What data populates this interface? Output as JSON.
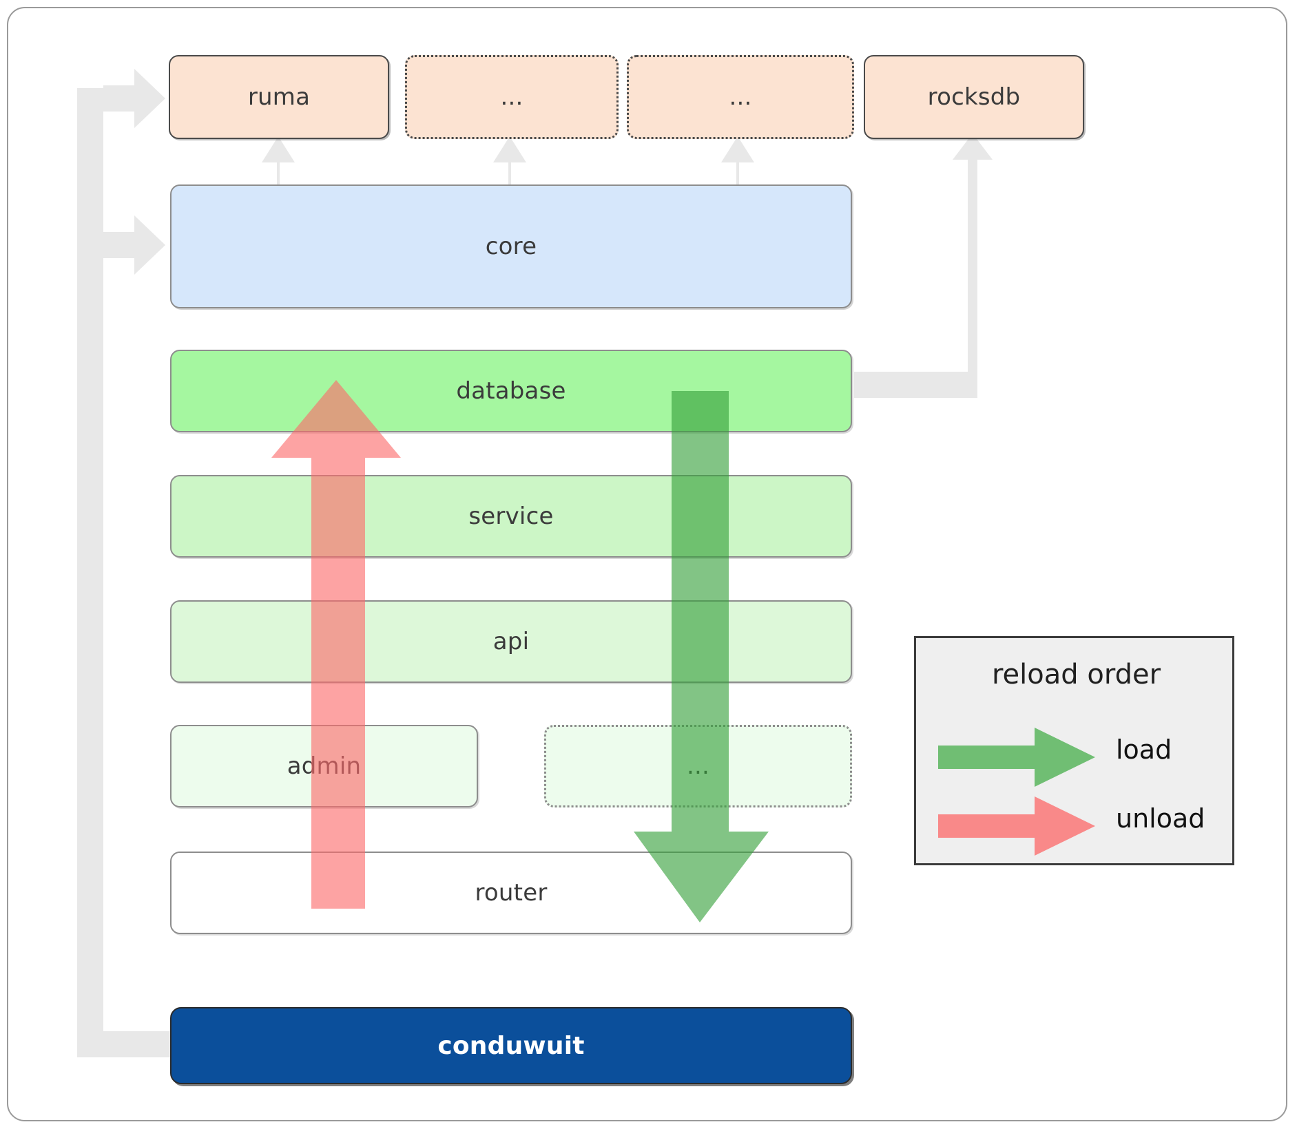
{
  "diagram": {
    "title": "conduwuit crate architecture / reload order",
    "colors": {
      "crate_fill": "#fce3d2",
      "core_fill": "#d6e7fb",
      "level1_fill": "#a5f7a0",
      "level2_fill": "#ccf6c6",
      "level3_fill": "#ddf8d9",
      "level4_fill": "#edfced",
      "level5_fill": "#ffffff",
      "app_fill": "#0b4f9b",
      "load_arrow": "#4caf50",
      "unload_arrow": "#f97e7e",
      "connector": "#e8e8e8",
      "legend_bg": "#efefef"
    },
    "dependency_row": [
      {
        "id": "ruma",
        "label": "ruma",
        "style": "solid"
      },
      {
        "id": "ellipsis-1",
        "label": "...",
        "style": "dotted"
      },
      {
        "id": "ellipsis-2",
        "label": "...",
        "style": "dotted"
      },
      {
        "id": "rocksdb",
        "label": "rocksdb",
        "style": "solid"
      }
    ],
    "core": {
      "label": "core"
    },
    "stack": [
      {
        "id": "database",
        "label": "database",
        "level": 1,
        "style": "solid"
      },
      {
        "id": "service",
        "label": "service",
        "level": 2,
        "style": "solid"
      },
      {
        "id": "api",
        "label": "api",
        "level": 3,
        "style": "solid"
      },
      {
        "id": "admin",
        "label": "admin",
        "level": 4,
        "style": "solid"
      },
      {
        "id": "stack-ellipsis",
        "label": "...",
        "level": 4,
        "style": "dotted"
      },
      {
        "id": "router",
        "label": "router",
        "level": 5,
        "style": "solid"
      }
    ],
    "app": {
      "id": "conduwuit",
      "label": "conduwuit"
    },
    "legend": {
      "title": "reload order",
      "entries": [
        {
          "id": "load",
          "label": "load",
          "color": "#4caf50"
        },
        {
          "id": "unload",
          "label": "unload",
          "color": "#f97e7e"
        }
      ]
    }
  }
}
